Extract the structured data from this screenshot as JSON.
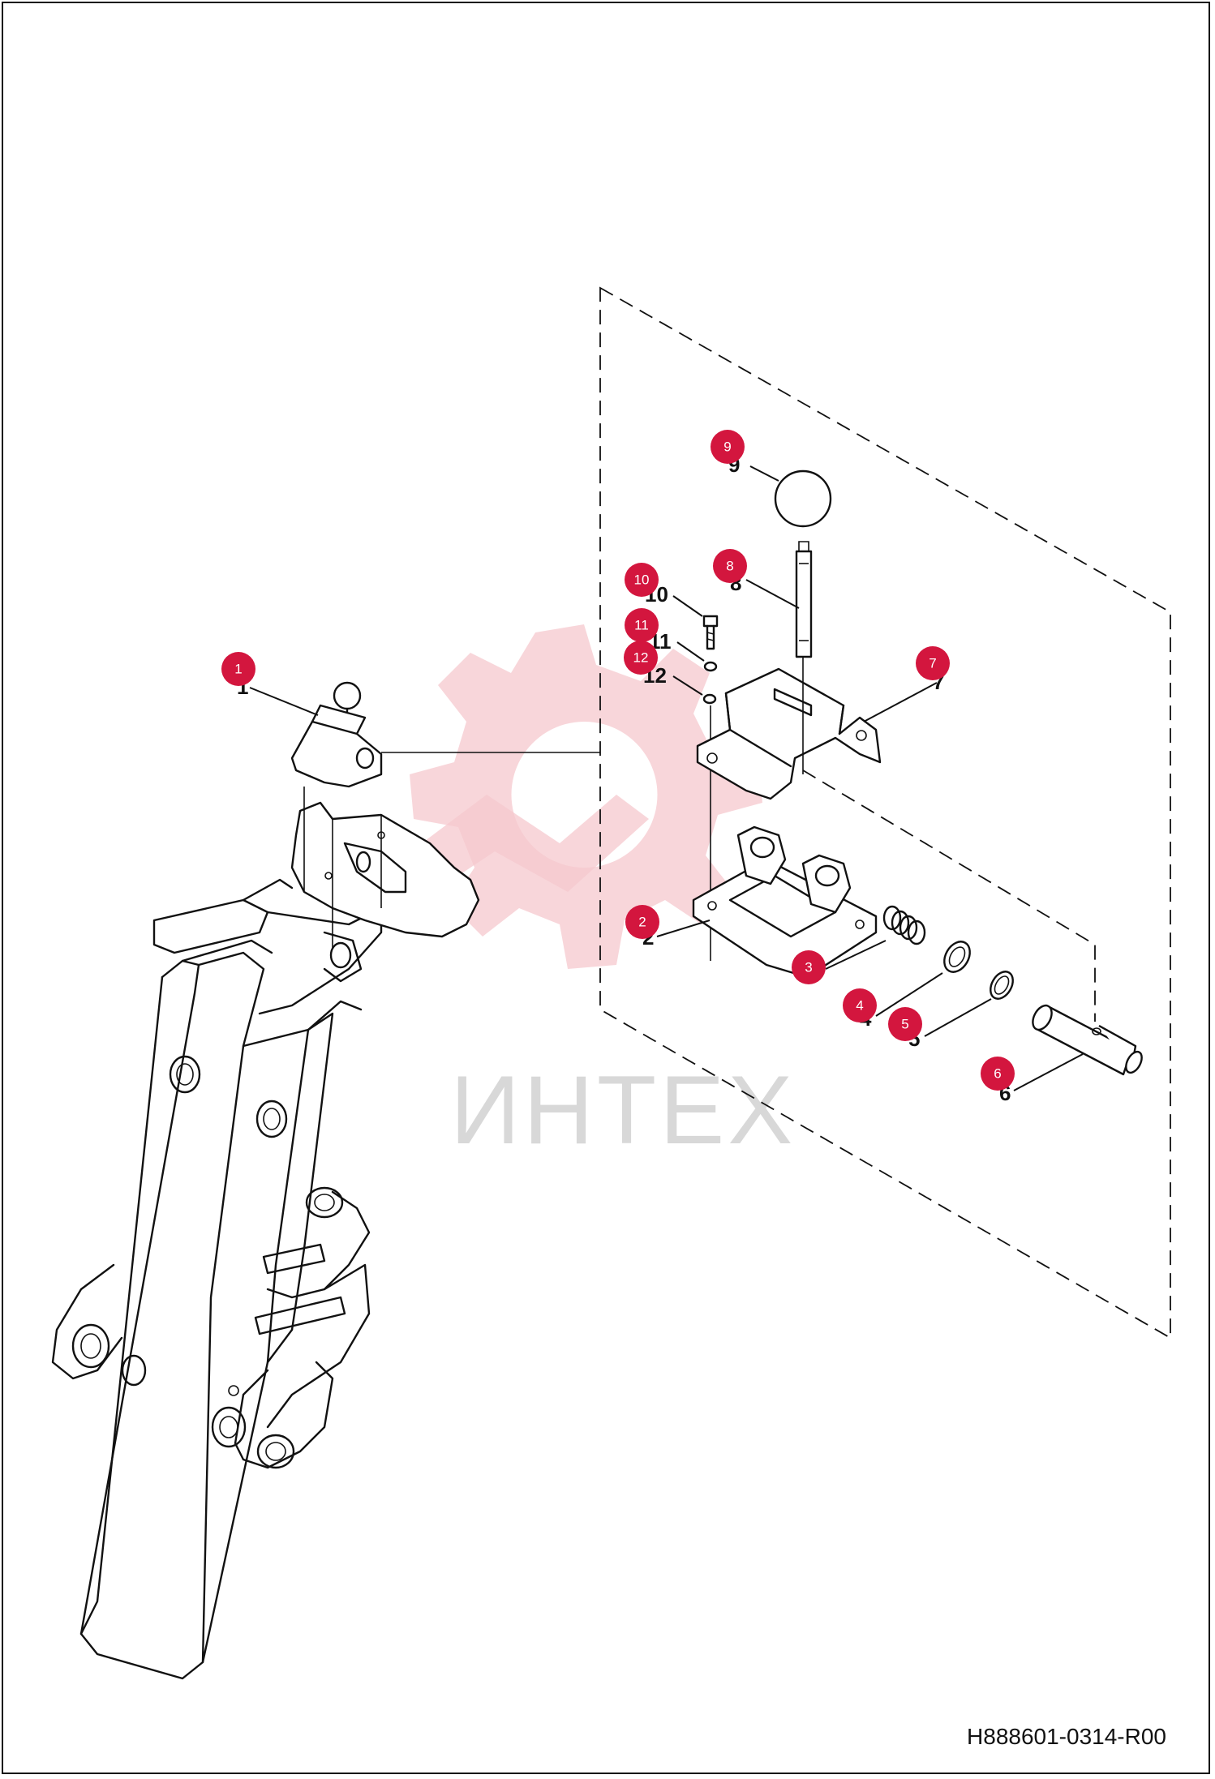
{
  "document": {
    "code": "H888601-0314-R00"
  },
  "watermark": {
    "brand": "ИНТЕХ",
    "icon": "gear-wrench-icon",
    "color": "#f6c8cd"
  },
  "accent_color": "#d3163e",
  "callouts": [
    {
      "id": "1",
      "label": "1"
    },
    {
      "id": "2",
      "label": "2"
    },
    {
      "id": "3",
      "label": "3"
    },
    {
      "id": "4",
      "label": "4"
    },
    {
      "id": "5",
      "label": "5"
    },
    {
      "id": "6",
      "label": "6"
    },
    {
      "id": "7",
      "label": "7"
    },
    {
      "id": "8",
      "label": "8"
    },
    {
      "id": "9",
      "label": "9"
    },
    {
      "id": "10",
      "label": "10"
    },
    {
      "id": "11",
      "label": "11"
    },
    {
      "id": "12",
      "label": "12"
    }
  ]
}
